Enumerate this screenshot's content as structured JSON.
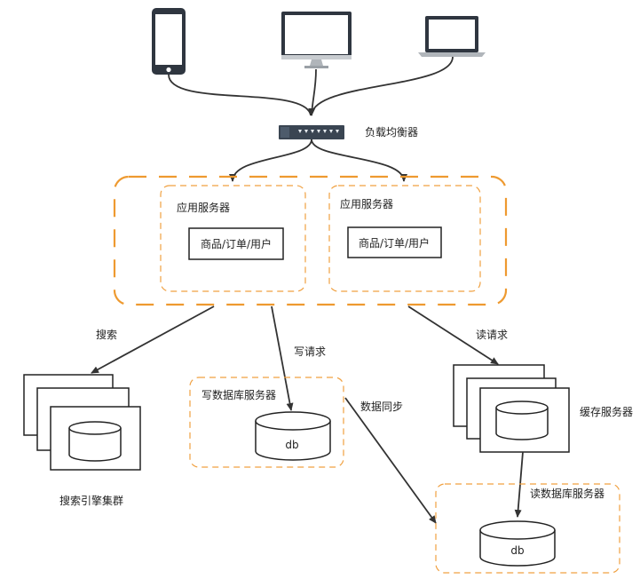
{
  "nodes": {
    "load_balancer": "负载均衡器",
    "app_server_1": {
      "title": "应用服务器",
      "module": "商品/订单/用户"
    },
    "app_server_2": {
      "title": "应用服务器",
      "module": "商品/订单/用户"
    },
    "search_cluster": "搜索引擎集群",
    "write_db": {
      "title": "写数据库服务器",
      "db": "db"
    },
    "read_db": {
      "title": "读数据库服务器",
      "db": "db"
    },
    "cache": "缓存服务器"
  },
  "edges": {
    "search": "搜索",
    "write_request": "写请求",
    "read_request": "读请求",
    "data_sync": "数据同步"
  },
  "colors": {
    "accent": "#ee9a30",
    "stroke": "#222222",
    "device_screen": "#2f3640"
  },
  "icons": [
    "phone-icon",
    "desktop-icon",
    "laptop-icon",
    "switch-icon",
    "server-stack-icon",
    "database-icon"
  ]
}
